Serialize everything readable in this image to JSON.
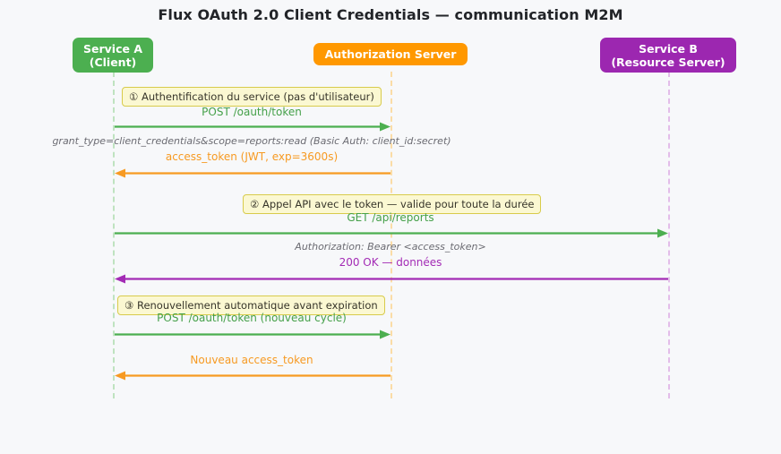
{
  "title": "Flux OAuth 2.0 Client Credentials — communication M2M",
  "colors": {
    "background": "#f7f8fa",
    "client": "#4caf50",
    "auth_server": "#ff9800",
    "resource_server": "#9c27b0",
    "note_fill": "#fbf8d2",
    "note_border": "#d8cb4b",
    "meta_text": "#6b6b72",
    "title_text": "#222428"
  },
  "participants": [
    {
      "id": "service-a",
      "line1": "Service A",
      "line2": "(Client)",
      "color": "#4caf50"
    },
    {
      "id": "authorization-server",
      "line1": "Authorization Server",
      "line2": "",
      "color": "#ff9800"
    },
    {
      "id": "service-b",
      "line1": "Service B",
      "line2": "(Resource Server)",
      "color": "#9c27b0"
    }
  ],
  "notes": [
    {
      "id": "note-1",
      "text": "① Authentification du service (pas d'utilisateur)"
    },
    {
      "id": "note-2",
      "text": "② Appel API avec le token — valide pour toute la durée"
    },
    {
      "id": "note-3",
      "text": "③ Renouvellement automatique avant expiration"
    }
  ],
  "messages": [
    {
      "id": "msg-1",
      "label": "POST /oauth/token",
      "meta": "grant_type=client_credentials&scope=reports:read  (Basic Auth: client_id:secret)",
      "from": "service-a",
      "to": "authorization-server",
      "direction": "right",
      "color": "#4caf50"
    },
    {
      "id": "msg-2",
      "label": "access_token (JWT, exp=3600s)",
      "meta": "",
      "from": "authorization-server",
      "to": "service-a",
      "direction": "left",
      "color": "#f79a22"
    },
    {
      "id": "msg-3",
      "label": "GET /api/reports",
      "meta": "Authorization: Bearer <access_token>",
      "from": "service-a",
      "to": "service-b",
      "direction": "right",
      "color": "#4caf50"
    },
    {
      "id": "msg-4",
      "label": "200 OK — données",
      "meta": "",
      "from": "service-b",
      "to": "service-a",
      "direction": "left",
      "color": "#a32bb5"
    },
    {
      "id": "msg-5",
      "label": "POST /oauth/token (nouveau cycle)",
      "meta": "",
      "from": "service-a",
      "to": "authorization-server",
      "direction": "right",
      "color": "#4caf50"
    },
    {
      "id": "msg-6",
      "label": "Nouveau access_token",
      "meta": "",
      "from": "authorization-server",
      "to": "service-a",
      "direction": "left",
      "color": "#f79a22"
    }
  ]
}
